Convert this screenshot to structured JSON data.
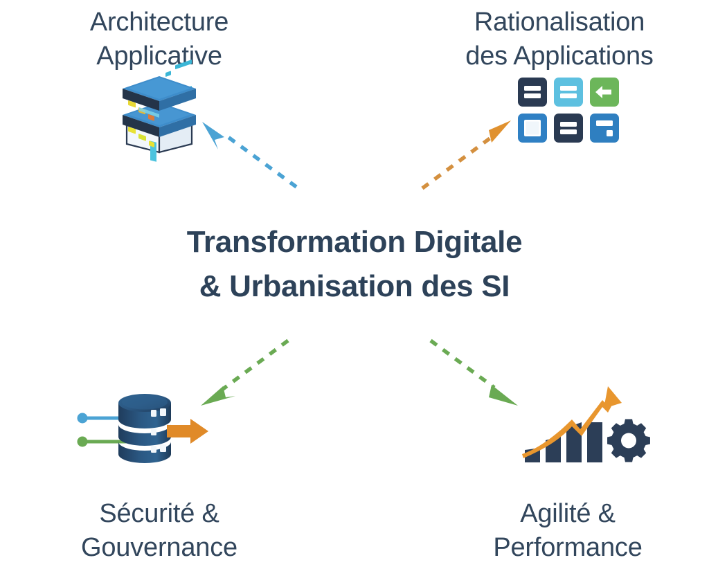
{
  "diagram": {
    "type": "hub-and-spoke",
    "background_color": "#ffffff",
    "center": {
      "title": "Transformation Digitale\n& Urbanisation des SI",
      "color": "#2d4259",
      "bold": true
    },
    "nodes": [
      {
        "id": "architecture-applicative",
        "label": "Architecture\nApplicative",
        "position": "top-left",
        "icon": "server-stack-icon",
        "text_color": "#32465c"
      },
      {
        "id": "rationalisation-des-applications",
        "label": "Rationalisation\ndes Applications",
        "position": "top-right",
        "icon": "application-grid-icon",
        "text_color": "#32465c"
      },
      {
        "id": "securite-gouvernance",
        "label": "Sécurité &\nGouvernance",
        "position": "bottom-left",
        "icon": "database-pipeline-icon",
        "text_color": "#32465c"
      },
      {
        "id": "agilite-performance",
        "label": "Agilité &\nPerformance",
        "position": "bottom-right",
        "icon": "growth-chart-gear-icon",
        "text_color": "#32465c"
      }
    ],
    "connectors": [
      {
        "id": "connector-to-architecture",
        "from": "center",
        "to": "architecture-applicative",
        "style": "dashed",
        "direction": "up-left",
        "color": "#4ba3d4"
      },
      {
        "id": "connector-to-rationalisation",
        "from": "center",
        "to": "rationalisation-des-applications",
        "style": "dashed",
        "direction": "up-right",
        "color": "#d4903f"
      },
      {
        "id": "connector-to-securite",
        "from": "center",
        "to": "securite-gouvernance",
        "style": "dashed",
        "direction": "down-left",
        "color": "#6aaa53"
      },
      {
        "id": "connector-to-agilite",
        "from": "center",
        "to": "agilite-performance",
        "style": "dashed",
        "direction": "down-right",
        "color": "#6aaa53"
      }
    ],
    "palette": {
      "navy_dark": "#2a3a52",
      "navy_text": "#32465c",
      "blue_mid": "#2f7fc0",
      "blue_light": "#5dc0e0",
      "blue_server": "#2e82c4",
      "cyan_accent": "#3bb6d6",
      "green": "#6aaa53",
      "green_tile": "#6cb65a",
      "orange": "#e08a28",
      "orange_light": "#eda03c",
      "yellow_led": "#e8e234",
      "white": "#ffffff"
    },
    "app_tiles": [
      {
        "id": "app-tile-1",
        "fill": "#2a3a52",
        "glyph": "two-bars"
      },
      {
        "id": "app-tile-2",
        "fill": "#5dc0e0",
        "glyph": "two-bars"
      },
      {
        "id": "app-tile-3",
        "fill": "#6cb65a",
        "glyph": "arrow-left-tag"
      },
      {
        "id": "app-tile-4",
        "fill": "#2f80c4",
        "glyph": "square-outline"
      },
      {
        "id": "app-tile-5",
        "fill": "#2a3a52",
        "glyph": "two-bars"
      },
      {
        "id": "app-tile-6",
        "fill": "#2f7fc0",
        "glyph": "bar-and-square"
      }
    ],
    "growth_chart": {
      "bars": 4,
      "bar_color": "#2c3e57",
      "trend_arrow_color": "#e8962e",
      "gear_color": "#2c3e57"
    },
    "database_icon": {
      "discs": 3,
      "disc_color": "#2a4d73",
      "input_lines": [
        {
          "id": "input-line-cyan",
          "color": "#4ba3d4"
        },
        {
          "id": "input-line-green",
          "color": "#6aaa53"
        }
      ],
      "output_arrow_color": "#e08a28"
    }
  }
}
